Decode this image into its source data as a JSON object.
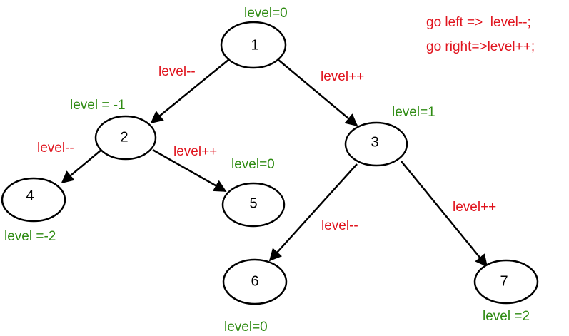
{
  "legend": {
    "line1": "go left =>  level--;",
    "line2": "go right=>level++;"
  },
  "colors": {
    "rule": "#e0141e",
    "level": "#2e8b12",
    "stroke": "#000000"
  },
  "nodes": {
    "n1": {
      "label": "1",
      "level": "level=0"
    },
    "n2": {
      "label": "2",
      "level": "level = -1"
    },
    "n3": {
      "label": "3",
      "level": "level=1"
    },
    "n4": {
      "label": "4",
      "level": "level =-2"
    },
    "n5": {
      "label": "5",
      "level": "level=0"
    },
    "n6": {
      "label": "6",
      "level": "level=0"
    },
    "n7": {
      "label": "7",
      "level": "level =2"
    }
  },
  "edges": {
    "e1_2": "level--",
    "e1_3": "level++",
    "e2_4": "level--",
    "e2_5": "level++",
    "e3_6": "level--",
    "e3_7": "level++"
  }
}
